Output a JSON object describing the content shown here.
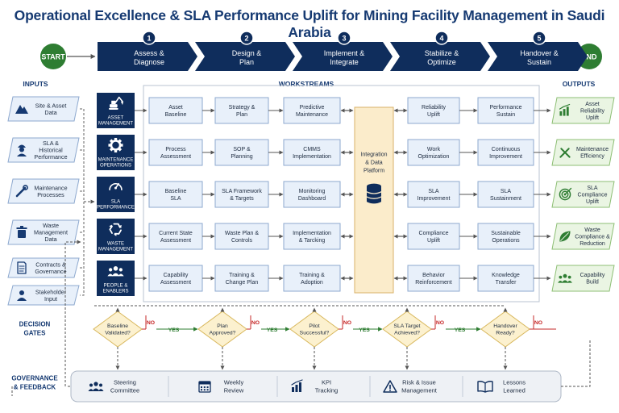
{
  "title": "Operational  Excellence & SLA Performance Uplift for Mining Facility Management in Saudi Arabia",
  "start_label": "START",
  "end_label": "END",
  "phases": [
    {
      "num": "1",
      "line1": "Assess &",
      "line2": "Diagnose"
    },
    {
      "num": "2",
      "line1": "Design &",
      "line2": "Plan"
    },
    {
      "num": "3",
      "line1": "Implement &",
      "line2": "Integrate"
    },
    {
      "num": "4",
      "line1": "Stabilize &",
      "line2": "Optimize"
    },
    {
      "num": "5",
      "line1": "Handover &",
      "line2": "Sustain"
    }
  ],
  "inputs_heading": "INPUTS",
  "workstreams_heading": "WORKSTREAMS",
  "outputs_heading": "OUTPUTS",
  "inputs": [
    {
      "lines": [
        "Site & Asset",
        "Data"
      ],
      "icon": "mountain-icon"
    },
    {
      "lines": [
        "SLA &",
        "Historical",
        "Performance"
      ],
      "icon": "worker-icon"
    },
    {
      "lines": [
        "Maintenance",
        "Processes"
      ],
      "icon": "wrench-icon"
    },
    {
      "lines": [
        "Waste",
        "Management",
        "Data"
      ],
      "icon": "trash-icon"
    },
    {
      "lines": [
        "Contracts &",
        "Governance"
      ],
      "icon": "document-icon"
    },
    {
      "lines": [
        "Stakeholder",
        "Input"
      ],
      "icon": "person-icon"
    }
  ],
  "workstreams": [
    {
      "lines": [
        "ASSET",
        "MANAGEMENT"
      ],
      "icon": "excavator-icon"
    },
    {
      "lines": [
        "MAINTENANCE",
        "OPERATIONS"
      ],
      "icon": "gear-icon"
    },
    {
      "lines": [
        "SLA",
        "PERFORMANCE"
      ],
      "icon": "gauge-icon"
    },
    {
      "lines": [
        "WASTE",
        "MANAGEMENT"
      ],
      "icon": "recycle-icon"
    },
    {
      "lines": [
        "PEOPLE &",
        "ENABLERS"
      ],
      "icon": "people-icon"
    }
  ],
  "grid": [
    [
      [
        "Asset",
        "Baseline"
      ],
      [
        "Strategy &",
        "Plan"
      ],
      [
        "Predictive",
        "Maintenance"
      ],
      [
        "Reliability",
        "Uplift"
      ],
      [
        "Performance",
        "Sustain"
      ]
    ],
    [
      [
        "Process",
        "Assessment"
      ],
      [
        "SOP &",
        "Planning"
      ],
      [
        "CMMS",
        "Implementation"
      ],
      [
        "Work",
        "Optimization"
      ],
      [
        "Continuous",
        "Improvement"
      ]
    ],
    [
      [
        "Baseline",
        "SLA"
      ],
      [
        "SLA Framework",
        "& Targets"
      ],
      [
        "Monitoring",
        "Dashboard"
      ],
      [
        "SLA",
        "Improvement"
      ],
      [
        "SLA",
        "Sustainment"
      ]
    ],
    [
      [
        "Current State",
        "Assessment"
      ],
      [
        "Waste Plan &",
        "Controls"
      ],
      [
        "Implementation",
        "& Tarcking"
      ],
      [
        "Compliance",
        "Uplift"
      ],
      [
        "Sustainable",
        "Operations"
      ]
    ],
    [
      [
        "Capability",
        "Assessment"
      ],
      [
        "Training &",
        "Change Plan"
      ],
      [
        "Training &",
        "Adoption"
      ],
      [
        "Behavior",
        "Reinforcement"
      ],
      [
        "Knowledge",
        "Transfer"
      ]
    ]
  ],
  "platform": {
    "lines": [
      "Integration",
      "& Data",
      "Platform"
    ],
    "icon": "database-icon"
  },
  "outputs": [
    {
      "lines": [
        "Asset",
        "Reliability",
        "Uplift"
      ],
      "icon": "bar-chart-icon"
    },
    {
      "lines": [
        "Maintenance",
        "Efficiency"
      ],
      "icon": "wrench-screwdriver-icon"
    },
    {
      "lines": [
        "SLA",
        "Compliance",
        "Uplift"
      ],
      "icon": "target-icon"
    },
    {
      "lines": [
        "Waste",
        "Compliance &",
        "Reduction"
      ],
      "icon": "leaf-icon"
    },
    {
      "lines": [
        "Capability",
        "Build"
      ],
      "icon": "team-icon"
    }
  ],
  "gates_heading": [
    "DECISION",
    "GATES"
  ],
  "gates": [
    {
      "lines": [
        "Baseline",
        "Validated?"
      ]
    },
    {
      "lines": [
        "Plan",
        "Approved?"
      ]
    },
    {
      "lines": [
        "Pilot",
        "Successful?"
      ]
    },
    {
      "lines": [
        "SLA Target",
        "Achieved?"
      ]
    },
    {
      "lines": [
        "Handover",
        "Ready?"
      ]
    }
  ],
  "gate_yes": "YES",
  "gate_no": "NO",
  "governance_heading": [
    "GOVERNANCE",
    "& FEEDBACK"
  ],
  "governance": [
    {
      "lines": [
        "Steering",
        "Committee"
      ],
      "icon": "group-icon"
    },
    {
      "lines": [
        "Weekly",
        "Review"
      ],
      "icon": "calendar-icon"
    },
    {
      "lines": [
        "KPI",
        "Tracking"
      ],
      "icon": "kpi-chart-icon"
    },
    {
      "lines": [
        "Risk & Issue",
        "Management"
      ],
      "icon": "warning-icon"
    },
    {
      "lines": [
        "Lessons",
        "Learned"
      ],
      "icon": "book-icon"
    }
  ],
  "colors": {
    "navy": "#163a72",
    "navy_dark": "#0f2d5c",
    "green": "#2e7d32",
    "box_fill": "#e8f0fa",
    "box_stroke": "#8ea9cf",
    "output_fill": "#eaf5e3",
    "output_stroke": "#8dbf74",
    "gate_fill": "#fcf1cf",
    "gate_stroke": "#d8b75c",
    "no_red": "#c62828",
    "yes_green": "#2e7d32",
    "platform_fill": "#fbeccb",
    "platform_stroke": "#d9b26a",
    "gov_fill": "#eef1f5"
  }
}
